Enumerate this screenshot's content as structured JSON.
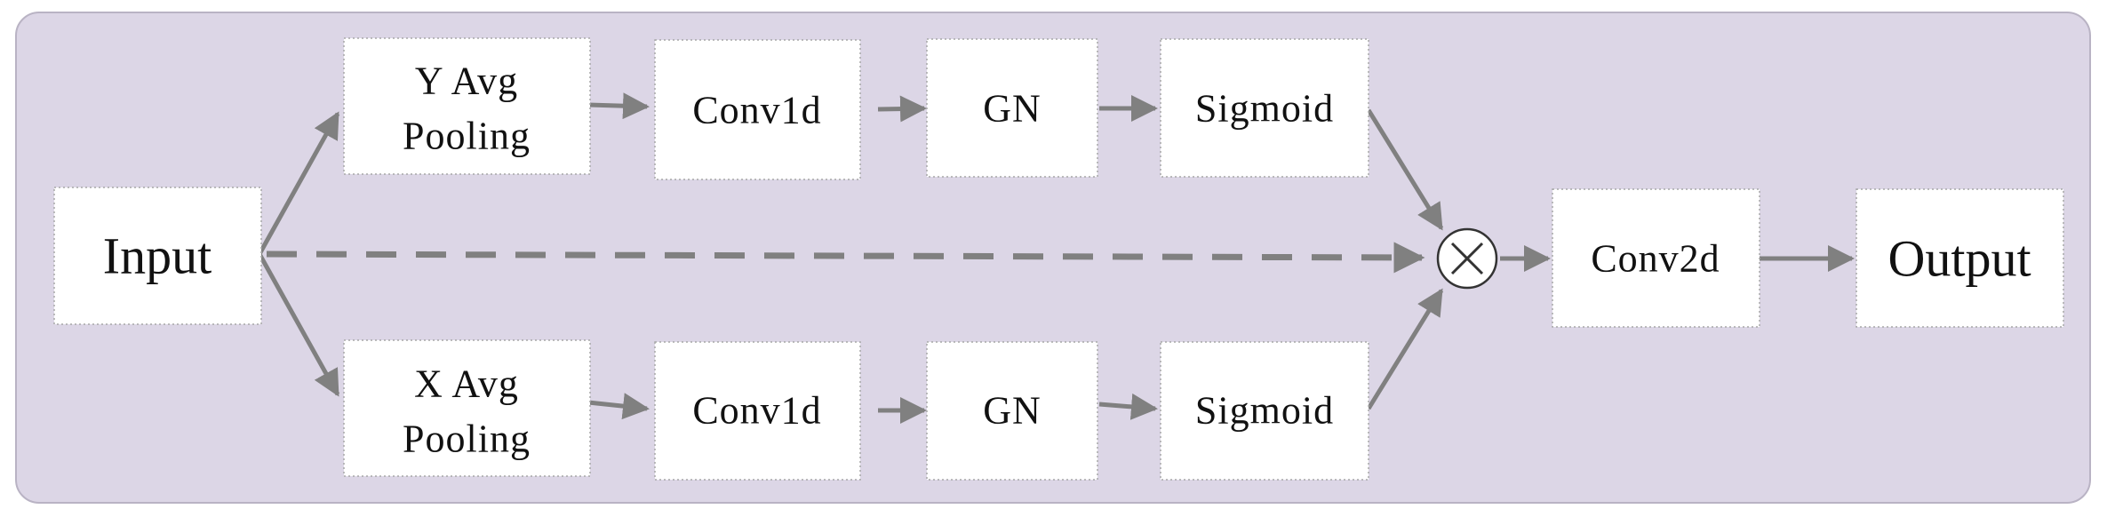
{
  "diagram": {
    "nodes": {
      "input": "Input",
      "y_pool_line1": "Y Avg",
      "y_pool_line2": "Pooling",
      "y_conv1d": "Conv1d",
      "y_gn": "GN",
      "y_sigmoid": "Sigmoid",
      "x_pool_line1": "X Avg",
      "x_pool_line2": "Pooling",
      "x_conv1d": "Conv1d",
      "x_gn": "GN",
      "x_sigmoid": "Sigmoid",
      "conv2d": "Conv2d",
      "output": "Output"
    },
    "multiply_icon": "circled-times-icon",
    "edges": [
      {
        "from": "Input",
        "to": "Y Avg Pooling",
        "style": "solid"
      },
      {
        "from": "Input",
        "to": "X Avg Pooling",
        "style": "solid"
      },
      {
        "from": "Input",
        "to": "multiply",
        "style": "dashed"
      },
      {
        "from": "Y Avg Pooling",
        "to": "Conv1d",
        "style": "solid"
      },
      {
        "from": "Conv1d",
        "to": "GN",
        "style": "solid"
      },
      {
        "from": "GN",
        "to": "Sigmoid",
        "style": "solid"
      },
      {
        "from": "Sigmoid",
        "to": "multiply",
        "style": "solid"
      },
      {
        "from": "X Avg Pooling",
        "to": "Conv1d",
        "style": "solid"
      },
      {
        "from": "multiply",
        "to": "Conv2d",
        "style": "solid"
      },
      {
        "from": "Conv2d",
        "to": "Output",
        "style": "solid"
      }
    ],
    "colors": {
      "panel": "#dcd6e6",
      "arrow": "#808080",
      "box": "#ffffff"
    }
  }
}
